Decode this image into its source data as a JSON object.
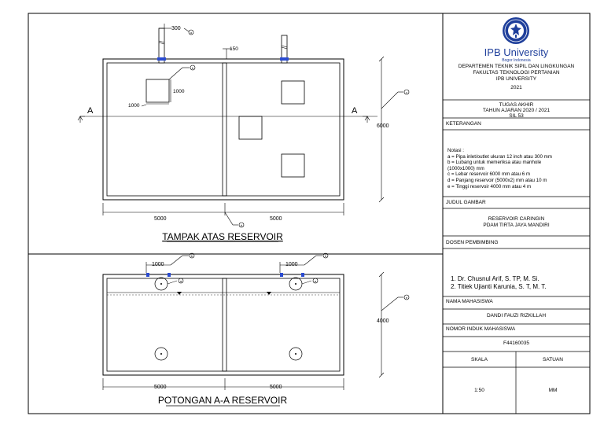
{
  "plan_view": {
    "title": "TAMPAK ATAS RESERVOIR",
    "section_marker": "A",
    "dim_pipe": "300",
    "dim_gap": "150",
    "dim_manhole_w": "1000",
    "dim_manhole_h": "1000",
    "dim_width": "6000",
    "dim_length_left": "5000",
    "dim_length_right": "5000",
    "tag_a": "a",
    "tag_b": "b",
    "tag_c": "c",
    "tag_d": "d"
  },
  "section_view": {
    "title": "POTONGAN A-A RESERVOIR",
    "dim_manhole_left": "1000",
    "dim_manhole_right": "1000",
    "dim_height": "4000",
    "dim_length_left": "5000",
    "dim_length_right": "5000",
    "tag_a": "a",
    "tag_b": "b",
    "tag_e": "e"
  },
  "title_block": {
    "university": "IPB University",
    "university_sub": "Bogor Indonesia",
    "department": "DEPARTEMEN TEKNIK SIPIL DAN LINGKUNGAN",
    "faculty": "FAKULTAS TEKNOLOGI PERTANIAN",
    "institution": "IPB UNIVERSITY",
    "year": "2021",
    "assignment": "TUGAS AKHIR",
    "academic_year": "TAHUN AJARAN 2020 / 2021",
    "code": "SIL 53",
    "notes_header": "KETERANGAN",
    "notes_title": "Notasi :",
    "notes": [
      "a = Pipa inlet/outlet ukuran 12 inch atau 300 mm",
      "b = Lubang untuk memeriksa atau manhole",
      "      (1000x1000) mm",
      "c = Lebar reservoir 6000 mm atau 6 m",
      "d = Panjang reservoir (5000x2) mm atau 10 m",
      "e = Tinggi reservoir 4000 mm atau 4 m"
    ],
    "drawing_title_header": "JUDUL GAMBAR",
    "drawing_title_1": "RESERVOIR CARINGIN",
    "drawing_title_2": "PDAM TIRTA JAYA MANDIRI",
    "supervisor_header": "DOSEN PEMBIMBING",
    "supervisors": [
      "1.   Dr. Chusnul Arif, S. TP, M. Si.",
      "2.   Titiek Ujianti Karunia, S. T, M. T."
    ],
    "student_header": "NAMA MAHASISWA",
    "student_name": "DANDI FAUZI RIZKILLAH",
    "student_id_header": "NOMOR INDUK MAHASISWA",
    "student_id": "F44160035",
    "scale_header": "SKALA",
    "unit_header": "SATUAN",
    "scale_value": "1:50",
    "unit_value": "MM"
  }
}
